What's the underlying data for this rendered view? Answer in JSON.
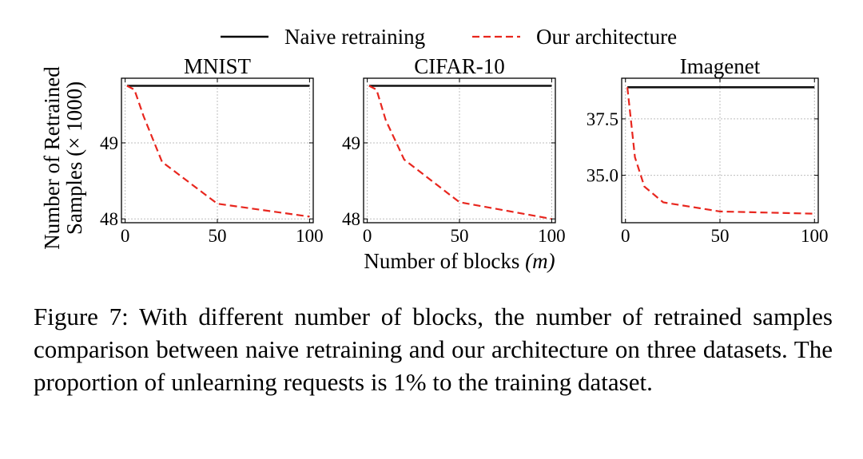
{
  "chart_data": [
    {
      "type": "line",
      "title": "MNIST",
      "x": [
        1,
        5,
        10,
        20,
        50,
        100
      ],
      "series": [
        {
          "name": "Naive retraining",
          "values": [
            49.75,
            49.75,
            49.75,
            49.75,
            49.75,
            49.75
          ]
        },
        {
          "name": "Our architecture",
          "values": [
            49.75,
            49.7,
            49.35,
            48.75,
            48.2,
            48.03
          ]
        }
      ],
      "xlim": [
        -2,
        102
      ],
      "ylim": [
        47.95,
        49.85
      ],
      "xticks": [
        0,
        50,
        100
      ],
      "yticks": [
        48,
        49
      ],
      "xlabel": "",
      "ylabel": "Number of Retrained Samples (× 1000)",
      "grid": true
    },
    {
      "type": "line",
      "title": "CIFAR-10",
      "x": [
        1,
        5,
        10,
        20,
        50,
        100
      ],
      "series": [
        {
          "name": "Naive retraining",
          "values": [
            49.75,
            49.75,
            49.75,
            49.75,
            49.75,
            49.75
          ]
        },
        {
          "name": "Our architecture",
          "values": [
            49.75,
            49.7,
            49.3,
            48.78,
            48.22,
            48.0
          ]
        }
      ],
      "xlim": [
        -2,
        102
      ],
      "ylim": [
        47.95,
        49.85
      ],
      "xticks": [
        0,
        50,
        100
      ],
      "yticks": [
        48,
        49
      ],
      "xlabel": "Number of blocks",
      "xlabel_var": "(m)",
      "grid": true
    },
    {
      "type": "line",
      "title": "Imagenet",
      "x": [
        1,
        5,
        10,
        20,
        50,
        100
      ],
      "series": [
        {
          "name": "Naive retraining",
          "values": [
            38.9,
            38.9,
            38.9,
            38.9,
            38.9,
            38.9
          ]
        },
        {
          "name": "Our architecture",
          "values": [
            38.9,
            35.8,
            34.5,
            33.8,
            33.4,
            33.3
          ]
        }
      ],
      "xlim": [
        -2,
        102
      ],
      "ylim": [
        32.9,
        39.3
      ],
      "xticks": [
        0,
        50,
        100
      ],
      "yticks": [
        35.0,
        37.5
      ],
      "xlabel": "",
      "grid": true
    }
  ],
  "legend": {
    "placement": "top-center",
    "items": [
      {
        "label": "Naive retraining",
        "color": "#000000",
        "dash": "solid"
      },
      {
        "label": "Our architecture",
        "color": "#e8261e",
        "dash": "dashed"
      }
    ]
  },
  "caption": "Figure 7: With different number of blocks, the number of retrained samples comparison between naive retraining and our architecture on three datasets. The proportion of unlearning requests is 1% to the training dataset."
}
